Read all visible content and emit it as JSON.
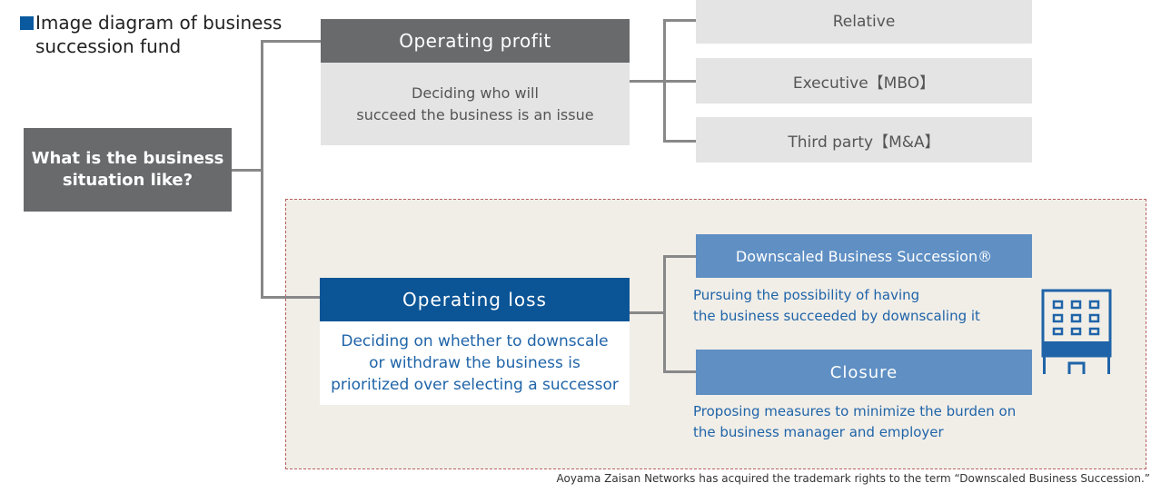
{
  "title": {
    "line1": "Image diagram of business",
    "line2": "succession fund"
  },
  "root": {
    "line1": "What is the business",
    "line2": "situation like?"
  },
  "profit": {
    "header": "Operating profit",
    "desc_line1": "Deciding who will",
    "desc_line2": "succeed the business is an issue",
    "options": [
      "Relative",
      "Executive【MBO】",
      "Third party【M&A】"
    ]
  },
  "loss": {
    "header": "Operating loss",
    "desc_line1": "Deciding on whether to downscale",
    "desc_line2": "or withdraw the business is",
    "desc_line3": "prioritized over selecting a successor",
    "downscale": {
      "label": "Downscaled Business Succession®",
      "desc_line1": "Pursuing the possibility of having",
      "desc_line2": "the business succeeded by downscaling it"
    },
    "closure": {
      "label": "Closure",
      "desc_line1": "Proposing measures to minimize the burden on",
      "desc_line2": "the business manager and employer"
    }
  },
  "footnote": "Aoyama Zaisan Networks has acquired the trademark rights to the term “Downscaled Business Succession.”",
  "icons": {
    "building": "building-icon"
  },
  "colors": {
    "dark_gray": "#696a6c",
    "light_gray": "#e4e4e5",
    "dark_blue": "#0b5596",
    "mid_blue": "#5f8fc3",
    "accent_square": "#0b5aa0",
    "dashed_border": "#b86060"
  }
}
